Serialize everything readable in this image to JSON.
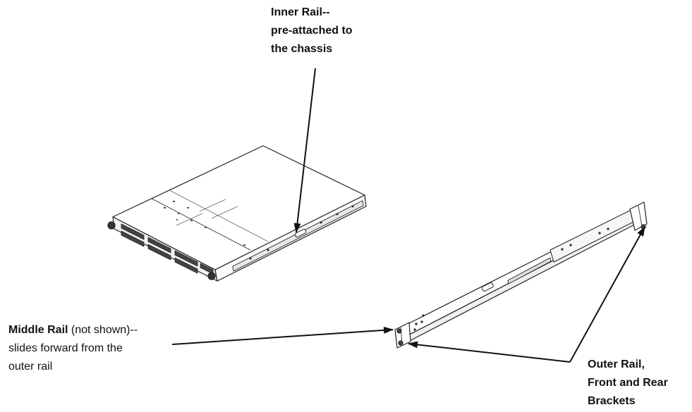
{
  "labels": {
    "inner_rail": {
      "line1": "Inner Rail--",
      "line2": "pre-attached to",
      "line3": "the chassis"
    },
    "middle_rail": {
      "bold": "Middle Rail",
      "rest": " (not shown)--",
      "line2": "slides forward from the",
      "line3": "outer rail"
    },
    "outer_rail": {
      "line1": "Outer Rail,",
      "line2": "Front and Rear",
      "line3": "Brackets"
    }
  }
}
